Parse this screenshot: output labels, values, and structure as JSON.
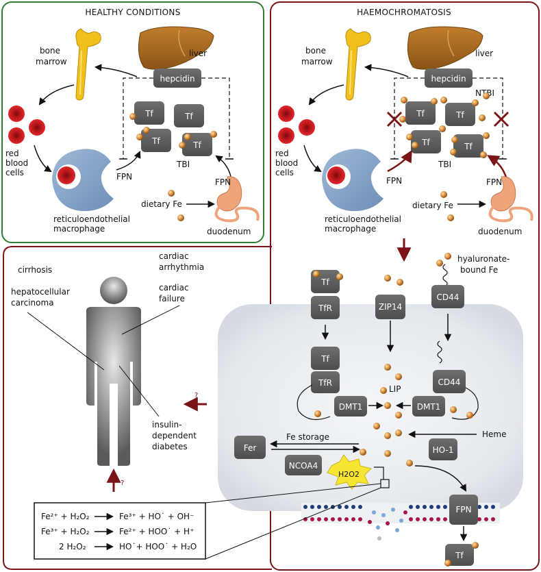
{
  "panels": {
    "healthy": "HEALTHY CONDITIONS",
    "haemo": "HAEMOCHROMATOSIS"
  },
  "healthy": {
    "bone_marrow": [
      "bone",
      "marrow"
    ],
    "liver": "liver",
    "hepcidin": "hepcidin",
    "tf": "Tf",
    "tbi": "TBI",
    "red_blood_cells": [
      "red",
      "blood",
      "cells"
    ],
    "fpn_left": "FPN",
    "fpn_right": "FPN",
    "dietary_fe": "dietary Fe",
    "macrophage": [
      "reticuloendothelial",
      "macrophage"
    ],
    "duodenum": "duodenum"
  },
  "haemo": {
    "bone_marrow": [
      "bone",
      "marrow"
    ],
    "liver": "liver",
    "hepcidin": "hepcidin",
    "ntbi": "NTBI",
    "tf": "Tf",
    "tbi": "TBI",
    "red_blood_cells": [
      "red",
      "blood",
      "cells"
    ],
    "fpn_left": "FPN",
    "fpn_right": "FPN",
    "dietary_fe": "dietary Fe",
    "macrophage": [
      "reticuloendothelial",
      "macrophage"
    ],
    "duodenum": "duodenum"
  },
  "body": {
    "cirrhosis": "cirrhosis",
    "hcc": [
      "hepatocellular",
      "carcinoma"
    ],
    "arrhythmia": [
      "cardiac",
      "arrhythmia"
    ],
    "failure": [
      "cardiac",
      "failure"
    ],
    "diabetes": [
      "insulin-",
      "dependent",
      "diabetes"
    ],
    "question_right": "?",
    "question_up": "?"
  },
  "cell": {
    "hyaluronate": [
      "hyaluronate-",
      "bound Fe"
    ],
    "tf": "Tf",
    "tfr": "TfR",
    "zip14": "ZIP14",
    "cd44": "CD44",
    "lip": "LIP",
    "dmt1": "DMT1",
    "heme": "Heme",
    "ho1": "HO-1",
    "fer": "Fer",
    "fe_storage": "Fe storage",
    "ncoa4": "NCOA4",
    "h2o2": "H2O2",
    "fpn": "FPN"
  },
  "equations": [
    {
      "left": "Fe²⁺ + H₂O₂",
      "right": "Fe³⁺ + HO˙ + OH⁻"
    },
    {
      "left": "Fe³⁺ + H₂O₂",
      "right": "Fe²⁺ + HOO˙ + H⁺"
    },
    {
      "left": "2 H₂O₂",
      "right": "HO˙+ HOO˙ + H₂O"
    }
  ],
  "colors": {
    "healthy_border": "#2e7d32",
    "haemo_border": "#7b1416",
    "box": "#5f5f5f",
    "iron": "#d6893a",
    "liver": "#a86b22",
    "bone": "#f2c01c",
    "rbc": "#c8171c",
    "macrophage": "#7f9fc4",
    "duodenum": "#efa57c",
    "h2o2": "#f7e533"
  }
}
